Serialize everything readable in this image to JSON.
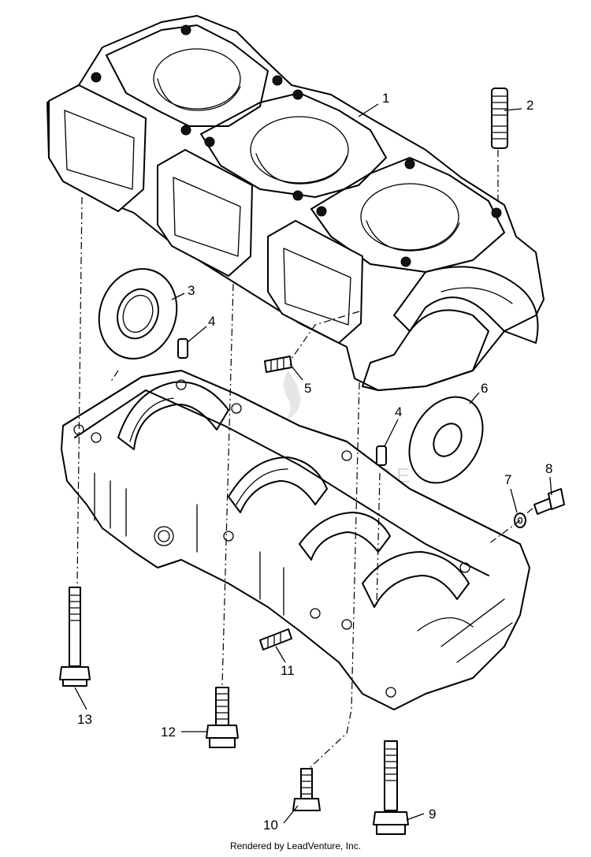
{
  "callouts": [
    {
      "id": "1",
      "label": "1"
    },
    {
      "id": "2",
      "label": "2"
    },
    {
      "id": "3",
      "label": "3"
    },
    {
      "id": "4a",
      "label": "4"
    },
    {
      "id": "4b",
      "label": "4"
    },
    {
      "id": "5",
      "label": "5"
    },
    {
      "id": "6",
      "label": "6"
    },
    {
      "id": "7",
      "label": "7"
    },
    {
      "id": "8",
      "label": "8"
    },
    {
      "id": "9",
      "label": "9"
    },
    {
      "id": "10",
      "label": "10"
    },
    {
      "id": "11",
      "label": "11"
    },
    {
      "id": "12",
      "label": "12"
    },
    {
      "id": "13",
      "label": "13"
    }
  ],
  "watermark": "LEADVENTURE",
  "footer": "Rendered by LeadVenture, Inc."
}
